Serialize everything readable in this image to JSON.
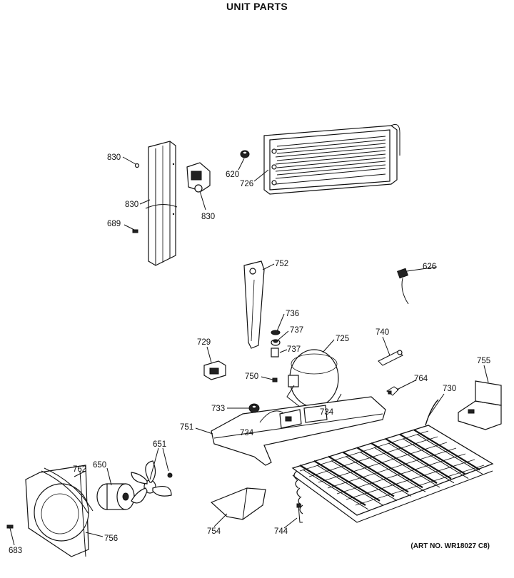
{
  "title": "UNIT PARTS",
  "art_no": "(ART NO. WR18027 C8)",
  "labels": [
    {
      "id": "830a",
      "text": "830"
    },
    {
      "id": "830b",
      "text": "830"
    },
    {
      "id": "830c",
      "text": "830"
    },
    {
      "id": "689",
      "text": "689"
    },
    {
      "id": "620",
      "text": "620"
    },
    {
      "id": "726",
      "text": "726"
    },
    {
      "id": "752",
      "text": "752"
    },
    {
      "id": "626",
      "text": "626"
    },
    {
      "id": "736",
      "text": "736"
    },
    {
      "id": "737a",
      "text": "737"
    },
    {
      "id": "737b",
      "text": "737"
    },
    {
      "id": "725",
      "text": "725"
    },
    {
      "id": "740",
      "text": "740"
    },
    {
      "id": "729",
      "text": "729"
    },
    {
      "id": "750",
      "text": "750"
    },
    {
      "id": "755",
      "text": "755"
    },
    {
      "id": "764",
      "text": "764"
    },
    {
      "id": "730",
      "text": "730"
    },
    {
      "id": "733",
      "text": "733"
    },
    {
      "id": "734a",
      "text": "734"
    },
    {
      "id": "734b",
      "text": "734"
    },
    {
      "id": "751",
      "text": "751"
    },
    {
      "id": "651",
      "text": "651"
    },
    {
      "id": "762",
      "text": "762"
    },
    {
      "id": "650",
      "text": "650"
    },
    {
      "id": "754",
      "text": "754"
    },
    {
      "id": "744",
      "text": "744"
    },
    {
      "id": "756",
      "text": "756"
    },
    {
      "id": "683",
      "text": "683"
    }
  ]
}
